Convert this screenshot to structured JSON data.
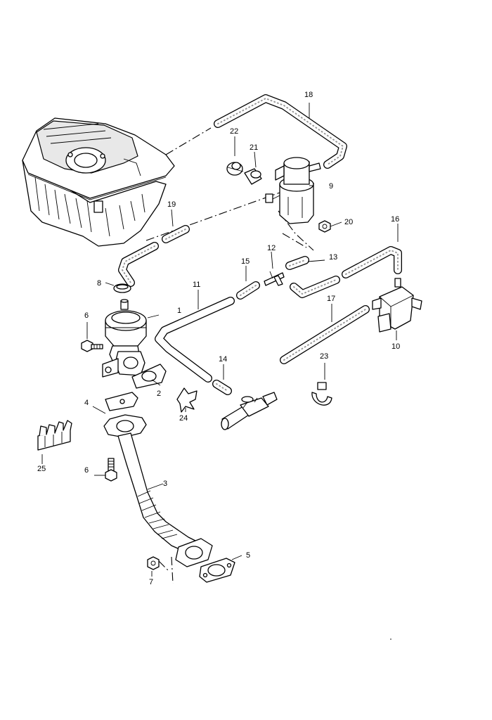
{
  "labels": {
    "l1": "1",
    "l2": "2",
    "l3": "3",
    "l4": "4",
    "l5": "5",
    "l6a": "6",
    "l6b": "6",
    "l7": "7",
    "l8": "8",
    "l9": "9",
    "l10": "10",
    "l11": "11",
    "l12": "12",
    "l13": "13",
    "l14": "14",
    "l15": "15",
    "l16": "16",
    "l17": "17",
    "l18": "18",
    "l19": "19",
    "l20": "20",
    "l21": "21",
    "l22": "22",
    "l23": "23",
    "l24": "24",
    "l25": "25"
  }
}
